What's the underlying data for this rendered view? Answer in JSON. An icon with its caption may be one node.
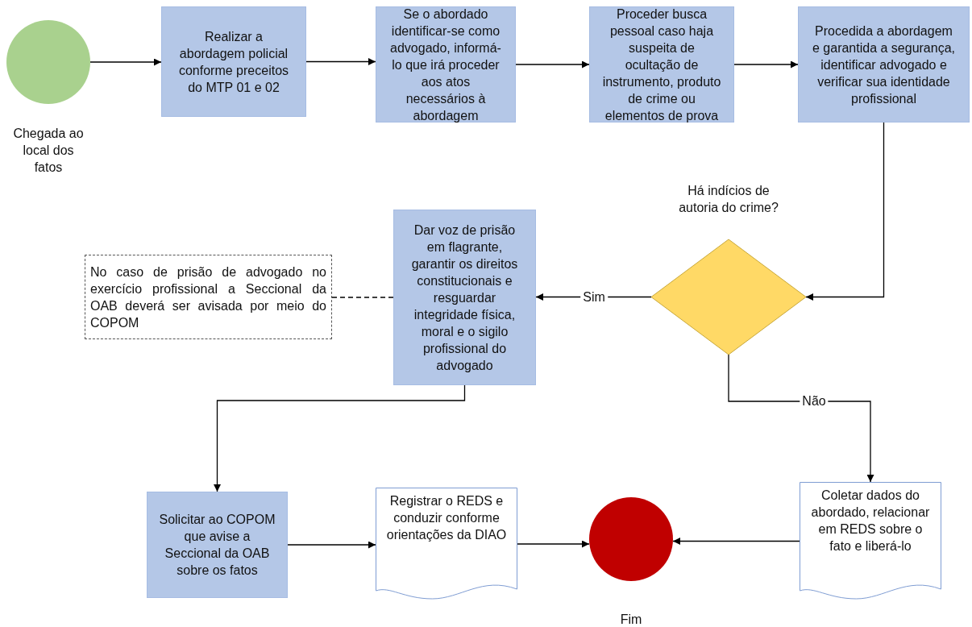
{
  "diagram": {
    "nodes": [
      {
        "text": [],
        "shape": "circle",
        "beside": [
          "Chegada ao local dos fatos"
        ]
      },
      {
        "text": [
          "Realizar a abordagem policial conforme preceitos do MTP 01 e 02"
        ]
      },
      {
        "text": [
          "Se o abordado identificar-se como advogado, informá-lo que irá proceder aos atos necessários à abordagem"
        ]
      },
      {
        "text": [
          "Proceder busca pessoal caso haja suspeita de ocultação de instrumento, produto de crime ou elementos de prova"
        ]
      },
      {
        "text": [
          "Procedida a abordagem e garantida a segurança, identificar advogado e verificar sua identidade profissional"
        ]
      },
      {
        "text": [
          "Há indícios de autoria do crime?"
        ]
      },
      {
        "text": [
          "Dar voz de prisão em flagrante, garantir os direitos constitucionais e resguardar integridade física, moral e o sigilo profissional do advogado"
        ]
      },
      {
        "text": [
          "No caso de prisão de advogado no exercício profissional a Seccional da OAB deverá ser avisada por meio do COPOM"
        ]
      },
      {
        "text": [
          "Solicitar ao COPOM que avise a Seccional da OAB sobre os fatos"
        ]
      },
      {
        "text": [
          "Registrar o REDS e conduzir conforme orientações da DIAO"
        ]
      },
      {
        "text": [],
        "shape": "circle",
        "beside": [
          "Fim"
        ]
      },
      {
        "text": [
          "Coletar dados do abordado, relacionar em REDS sobre o fato e liberá-lo"
        ]
      }
    ],
    "edges": [
      {
        "from": 0,
        "to": 1,
        "arrow": "to"
      },
      {
        "from": 1,
        "to": 2,
        "arrow": "to"
      },
      {
        "from": 2,
        "to": 3,
        "arrow": "to"
      },
      {
        "from": 3,
        "to": 4,
        "arrow": "to"
      },
      {
        "from": 4,
        "to": 5,
        "arrow": "to"
      },
      {
        "from": 5,
        "to": 6,
        "arrow": "to",
        "label": "Sim"
      },
      {
        "from": 6,
        "to": 7,
        "arrow": "none",
        "style": "dashed"
      },
      {
        "from": 5,
        "to": 11,
        "arrow": "to",
        "label": "Não"
      },
      {
        "from": 6,
        "to": 8,
        "arrow": "to"
      },
      {
        "from": 8,
        "to": 9,
        "arrow": "to"
      },
      {
        "from": 9,
        "to": 10,
        "arrow": "to"
      },
      {
        "from": 11,
        "to": 10,
        "arrow": "to"
      }
    ]
  }
}
